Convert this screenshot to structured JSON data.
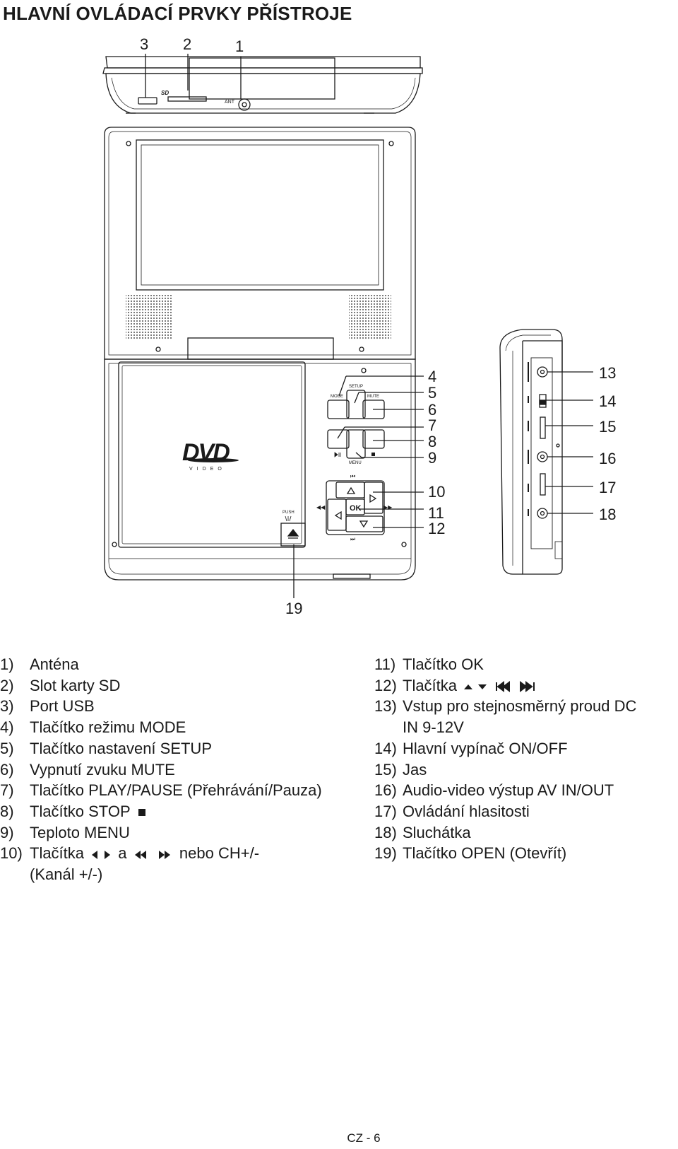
{
  "title": "HLAVNÍ OVLÁDACÍ PRVKY PŘÍSTROJE",
  "device": {
    "top_labels": [
      "3",
      "2",
      "1"
    ],
    "port_labels": {
      "ant": "ANT",
      "sd": "SD"
    },
    "dvd_logo": "DVD",
    "dvd_sub": "VIDEO",
    "push": "PUSH",
    "ok": "OK",
    "btn_mode": "MODE",
    "btn_setup": "SETUP",
    "btn_mute": "MUTE",
    "btn_menu": "MENU",
    "front_callouts": [
      "4",
      "5",
      "6",
      "7",
      "8",
      "9",
      "10",
      "11",
      "12"
    ],
    "bottom_callout": "19",
    "side_callouts": [
      "13",
      "14",
      "15",
      "16",
      "17",
      "18"
    ]
  },
  "legend_left": [
    {
      "n": "1)",
      "t": "Anténa"
    },
    {
      "n": "2)",
      "t": "Slot karty SD"
    },
    {
      "n": "3)",
      "t": "Port USB"
    },
    {
      "n": "4)",
      "t": "Tlačítko režimu MODE"
    },
    {
      "n": "5)",
      "t": "Tlačítko nastavení SETUP"
    },
    {
      "n": "6)",
      "t": "Vypnutí zvuku MUTE"
    },
    {
      "n": "7)",
      "t": "Tlačítko PLAY/PAUSE (Přehrávání/Pauza)"
    },
    {
      "n": "8)",
      "t": "Tlačítko STOP"
    },
    {
      "n": "9)",
      "t": "Teploto MENU"
    },
    {
      "n": "10)",
      "t1": "Tlačítka",
      "t2": "a",
      "t3": "nebo CH+/-",
      "cont": "(Kanál +/-)"
    }
  ],
  "legend_right": [
    {
      "n": "11)",
      "t": "Tlačítko OK"
    },
    {
      "n": "12)",
      "t": "Tlačítka"
    },
    {
      "n": "13)",
      "t": "Vstup pro stejnosměrný proud DC",
      "cont": "IN 9-12V"
    },
    {
      "n": "14)",
      "t": "Hlavní vypínač ON/OFF"
    },
    {
      "n": "15)",
      "t": "Jas"
    },
    {
      "n": "16)",
      "t": "Audio-video výstup AV IN/OUT"
    },
    {
      "n": "17)",
      "t": "Ovládání hlasitosti"
    },
    {
      "n": "18)",
      "t": "Sluchátka"
    },
    {
      "n": "19)",
      "t": "Tlačítko OPEN (Otevřít)"
    }
  ],
  "footer": "CZ - 6"
}
